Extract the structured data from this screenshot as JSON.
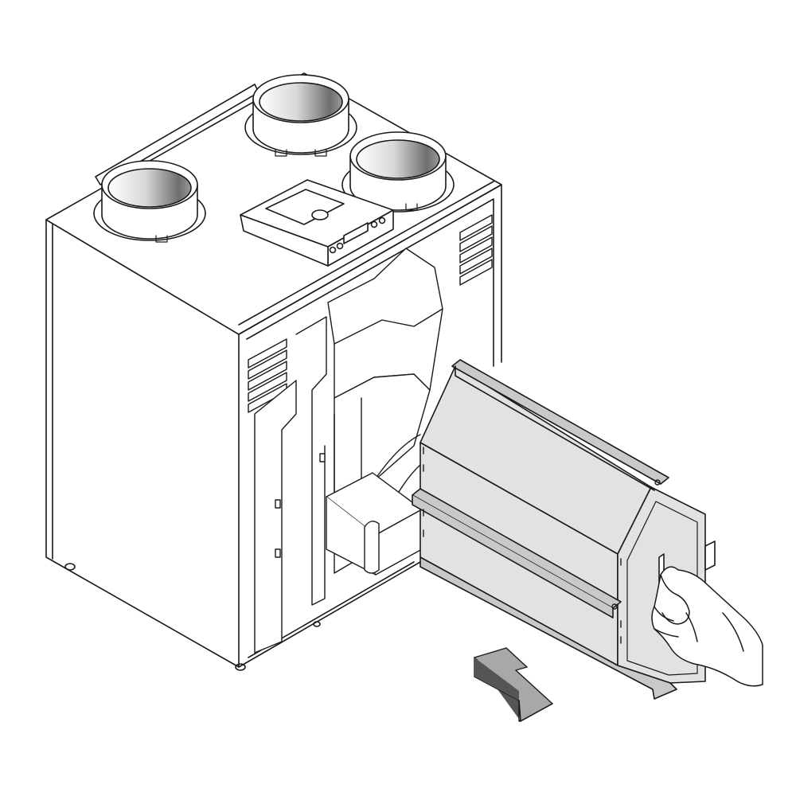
{
  "figure": {
    "subject": "heat-recovery-ventilation-unit",
    "action": "removing-heat-exchanger-cassette",
    "direction_arrow": "pull-out"
  },
  "colors": {
    "background": "#ffffff",
    "line": "#1a1a1a",
    "cassette_face": "#e2e2e2",
    "cassette_rail": "#c9c9c9",
    "arrow_light": "#a8a8a8",
    "arrow_dark": "#555555"
  },
  "icons": {
    "duct_collar": "circle-duct-icon",
    "control_panel": "display-panel-icon",
    "arrow": "arrow-down-right-icon",
    "hand": "hand-grip-icon"
  }
}
